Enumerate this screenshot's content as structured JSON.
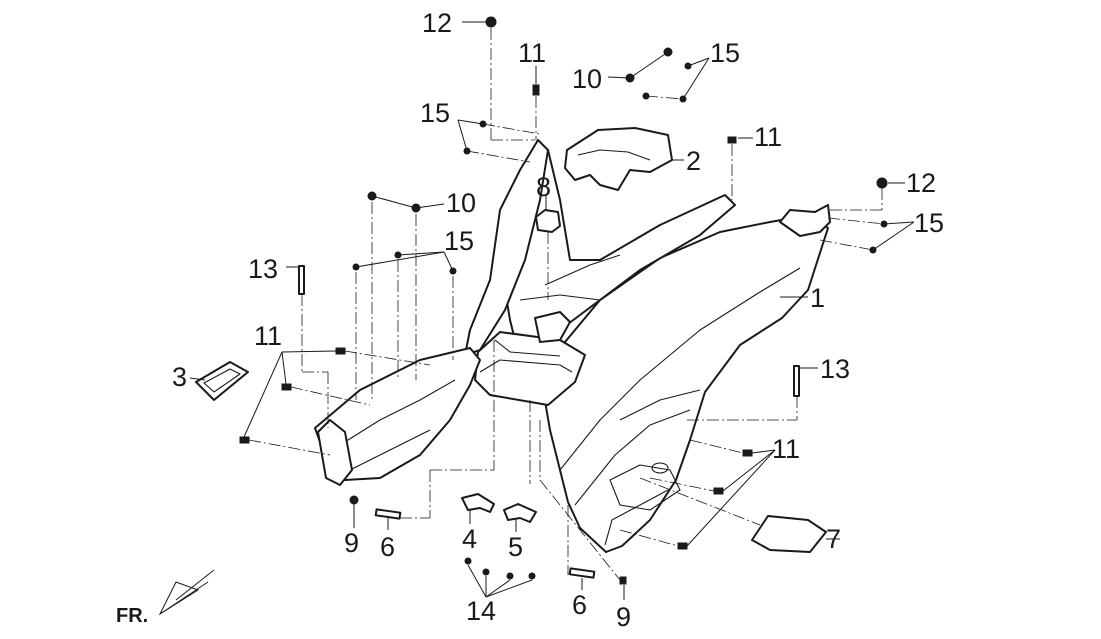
{
  "callouts": [
    {
      "id": "c12a",
      "text": "12"
    },
    {
      "id": "c11a",
      "text": "11"
    },
    {
      "id": "c10a",
      "text": "10"
    },
    {
      "id": "c15a",
      "text": "15"
    },
    {
      "id": "c15b",
      "text": "15"
    },
    {
      "id": "c2",
      "text": "2"
    },
    {
      "id": "c11b",
      "text": "11"
    },
    {
      "id": "c8",
      "text": "8"
    },
    {
      "id": "c12b",
      "text": "12"
    },
    {
      "id": "c10b",
      "text": "10"
    },
    {
      "id": "c15c",
      "text": "15"
    },
    {
      "id": "c15d",
      "text": "15"
    },
    {
      "id": "c13a",
      "text": "13"
    },
    {
      "id": "c1",
      "text": "1"
    },
    {
      "id": "c11c",
      "text": "11"
    },
    {
      "id": "c3",
      "text": "3"
    },
    {
      "id": "c13b",
      "text": "13"
    },
    {
      "id": "c11d",
      "text": "11"
    },
    {
      "id": "c4",
      "text": "4"
    },
    {
      "id": "c5",
      "text": "5"
    },
    {
      "id": "c7",
      "text": "7"
    },
    {
      "id": "c9a",
      "text": "9"
    },
    {
      "id": "c6a",
      "text": "6"
    },
    {
      "id": "c14",
      "text": "14"
    },
    {
      "id": "c6b",
      "text": "6"
    },
    {
      "id": "c9b",
      "text": "9"
    }
  ],
  "direction_label": "FR."
}
